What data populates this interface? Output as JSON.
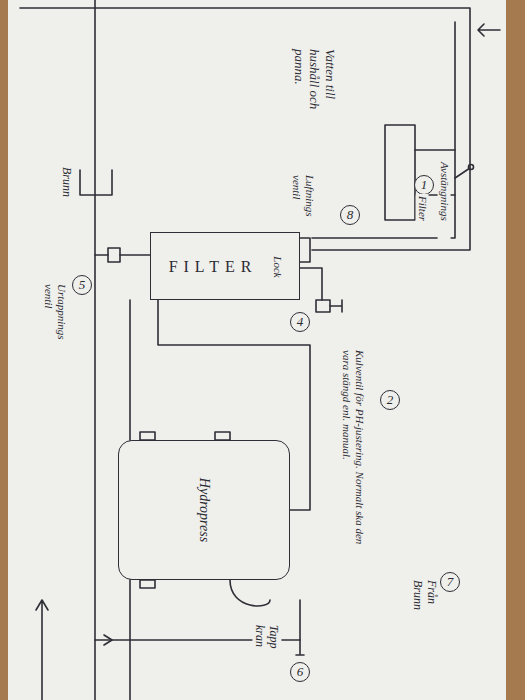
{
  "diagram": {
    "nodes": [
      {
        "text": [
          "1"
        ]
      },
      {
        "text": [
          "8"
        ]
      },
      {
        "text": [
          "FILTER",
          "Lock"
        ]
      },
      {
        "text": [
          "5"
        ]
      },
      {
        "text": [
          "4"
        ]
      },
      {
        "text": [
          "2"
        ]
      },
      {
        "text": [
          "Hydropress"
        ]
      },
      {
        "text": [
          "7"
        ]
      },
      {
        "text": [
          "6"
        ]
      }
    ],
    "edges": [
      {
        "from": 2,
        "to": 6,
        "arrow": "none"
      }
    ],
    "labels": [
      "Vatten till hushåll och panna.",
      "Avstängnings",
      "Filter",
      "Luftnings ventil",
      "Brunn",
      "Urtappnings ventil",
      "Kulventil för PH-justering. Normalt ska den vara stängd enl. manual.",
      "Tapp kran",
      "Från Brunn"
    ]
  }
}
